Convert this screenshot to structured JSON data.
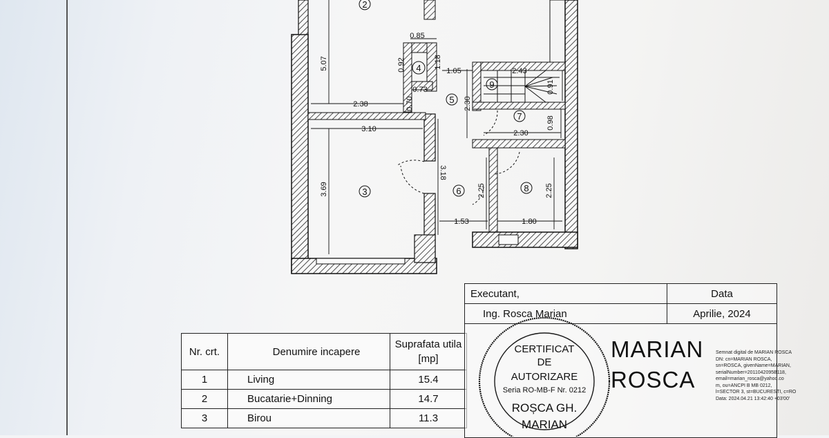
{
  "plan": {
    "room_numbers": [
      "2",
      "3",
      "4",
      "5",
      "6",
      "7",
      "8",
      "9"
    ],
    "dimensions": {
      "d_507": "5.07",
      "d_085": "0.85",
      "d_118": "1.18",
      "d_092": "0.92",
      "d_073": "0.73",
      "d_070": "0.70",
      "d_238": "2.38",
      "d_105": "1.05",
      "d_243": "2.43",
      "d_091": "0.91",
      "d_230v": "2.30",
      "d_098": "0.98",
      "d_230h": "2.30",
      "d_310": "3.10",
      "d_369": "3.69",
      "d_318": "3.18",
      "d_225a": "2.25",
      "d_225b": "2.25",
      "d_153": "1.53",
      "d_180": "1.80"
    }
  },
  "rooms_table": {
    "headers": {
      "nr": "Nr. crt.",
      "name": "Denumire incapere",
      "area": "Suprafata utila [mp]"
    },
    "rows": [
      {
        "nr": "1",
        "name": "Living",
        "area": "15.4"
      },
      {
        "nr": "2",
        "name": "Bucatarie+Dinning",
        "area": "14.7"
      },
      {
        "nr": "3",
        "name": "Birou",
        "area": "11.3"
      }
    ]
  },
  "executant": {
    "label": "Executant,",
    "name": "Ing. Rosca Marian",
    "date_label": "Data",
    "date_value": "Aprilie, 2024"
  },
  "stamp": {
    "line1": "CERTIFICAT",
    "line2": "DE",
    "line3": "AUTORIZARE",
    "line4": "Seria RO-MB-F Nr. 0212",
    "line5": "ROȘCA GH.",
    "line6": "MARIAN"
  },
  "signature": {
    "name_line1": "MARIAN",
    "name_line2": "ROSCA",
    "meta": [
      "Semnat digital de MARIAN ROSCA",
      "DN: cn=MARIAN ROSCA,",
      "sn=ROSCA, givenName=MARIAN,",
      "serialNumber=2011042095B118,",
      "email=marian_rosca@yahoo.co",
      "m, ou=ANCPI B MB 0212,",
      "l=SECTOR 3, st=BUCURESTI, c=RO",
      "Data: 2024.04.21 13:42:40 +03'00'"
    ]
  },
  "colors": {
    "ink": "#111111",
    "paper": "#f4f4f3",
    "scan_blue": "#dfe7f0"
  }
}
